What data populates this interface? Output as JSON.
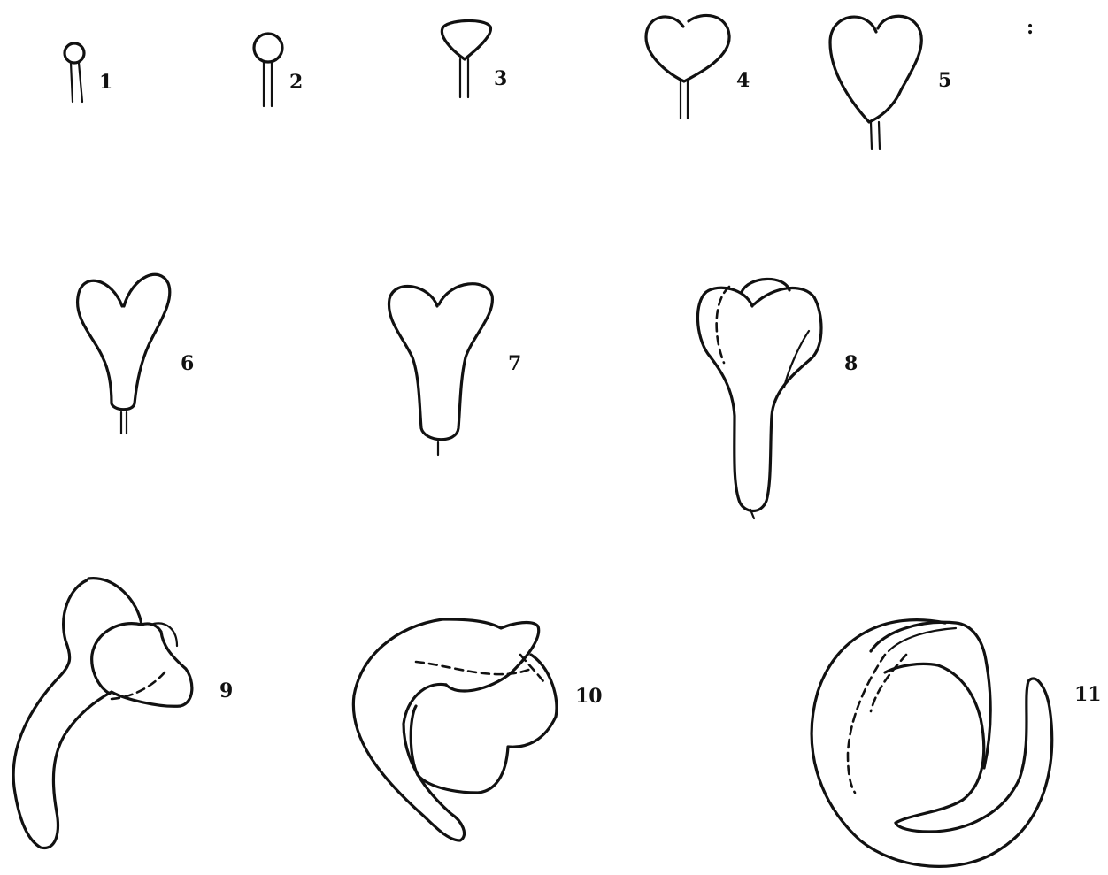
{
  "figure": {
    "stage_labels": [
      "1",
      "2",
      "3",
      "4",
      "5",
      "6",
      "7",
      "8",
      "9",
      "10",
      "11"
    ],
    "corner_mark": ":"
  }
}
